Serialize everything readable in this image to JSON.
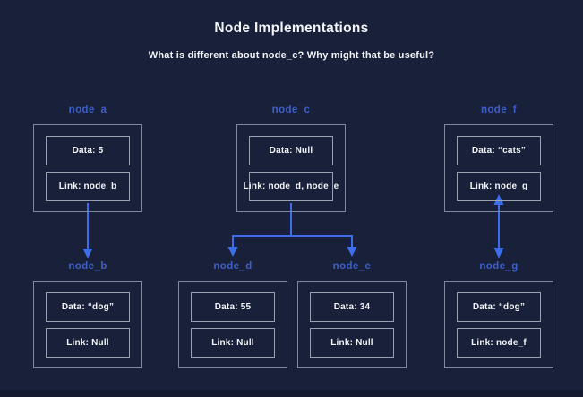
{
  "header": {
    "title": "Node Implementations",
    "subtitle": "What is different about node_c? Why might that be useful?"
  },
  "colors": {
    "background": "#192039",
    "label_blue": "#3E5FC9",
    "arrow_blue": "#3D6DEB",
    "outer_border": "#80889B",
    "inner_border": "#9AA1B1",
    "text": "#F2F4F8",
    "bottom_strip": "#141A30"
  },
  "nodes": [
    {
      "id": "node_a",
      "label": "node_a",
      "data_field": "Data: 5",
      "link_field": "Link: node_b"
    },
    {
      "id": "node_b",
      "label": "node_b",
      "data_field": "Data: “dog”",
      "link_field": "Link: Null"
    },
    {
      "id": "node_c",
      "label": "node_c",
      "data_field": "Data: Null",
      "link_field": "Link: node_d, node_e"
    },
    {
      "id": "node_d",
      "label": "node_d",
      "data_field": "Data: 55",
      "link_field": "Link: Null"
    },
    {
      "id": "node_e",
      "label": "node_e",
      "data_field": "Data: 34",
      "link_field": "Link: Null"
    },
    {
      "id": "node_f",
      "label": "node_f",
      "data_field": "Data: “cats”",
      "link_field": "Link: node_g"
    },
    {
      "id": "node_g",
      "label": "node_g",
      "data_field": "Data: “dog”",
      "link_field": "Link: node_f"
    }
  ],
  "edges": [
    {
      "from": "node_a",
      "to": "node_b",
      "type": "single-arrow-down"
    },
    {
      "from": "node_c",
      "to": "node_d",
      "type": "branch-arrow-down"
    },
    {
      "from": "node_c",
      "to": "node_e",
      "type": "branch-arrow-down"
    },
    {
      "from": "node_f",
      "to": "node_g",
      "type": "double-headed-arrow"
    }
  ]
}
